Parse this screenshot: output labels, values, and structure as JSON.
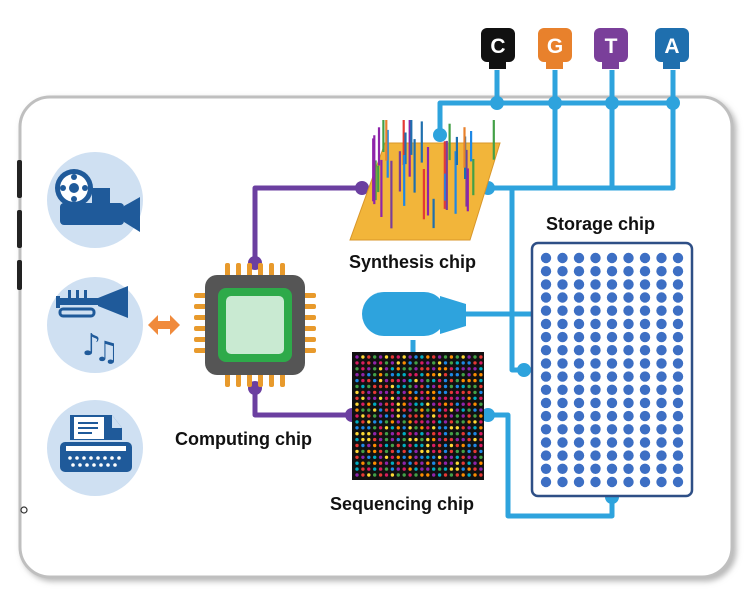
{
  "labels": {
    "synthesis_chip": "Synthesis chip",
    "storage_chip": "Storage chip",
    "computing_chip": "Computing chip",
    "sequencing_chip": "Sequencing chip"
  },
  "nucleotides": [
    {
      "letter": "C",
      "color": "#111111"
    },
    {
      "letter": "G",
      "color": "#e8812c"
    },
    {
      "letter": "T",
      "color": "#7a3f9a"
    },
    {
      "letter": "A",
      "color": "#1f6fae"
    }
  ],
  "colors": {
    "fluid_line": "#2ea3dd",
    "data_line": "#6b3fa0",
    "storage_dot": "#3d6fc4",
    "icon_bg": "#cfe0f2",
    "icon_fg": "#1f5a9a",
    "chip_body": "#555555",
    "chip_core": "#2eaa4a",
    "chip_pins": "#e89a2c",
    "arrow": "#f08a3c"
  },
  "icons": [
    "video-camera-icon",
    "trumpet-music-icon",
    "typewriter-icon"
  ],
  "storage_grid": {
    "rows": 18,
    "cols": 9
  }
}
